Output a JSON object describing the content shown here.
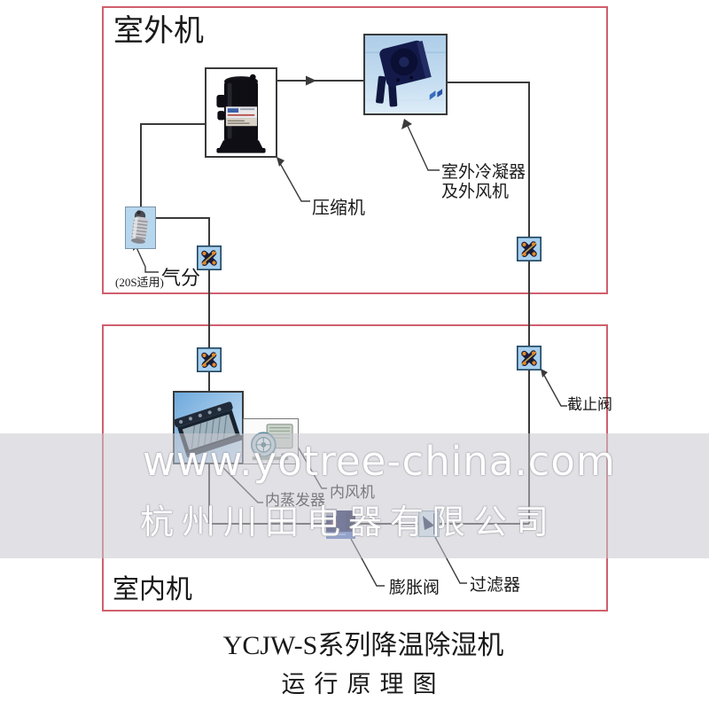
{
  "outdoor": {
    "label": "室外机"
  },
  "indoor": {
    "label": "室内机"
  },
  "components": {
    "compressor": "压缩机",
    "condenser_line1": "室外冷凝器",
    "condenser_line2": "及外风机",
    "separator_note": "(20S适用)",
    "separator": "气分",
    "stop_valve": "截止阀",
    "evaporator": "内蒸发器",
    "indoor_fan": "内风机",
    "expansion_valve": "膨胀阀",
    "filter": "过滤器"
  },
  "watermark": {
    "website": "www.yotree-china.com",
    "company": "杭州川田电器有限公司"
  },
  "title": {
    "line1": "YCJW-S系列降温除湿机",
    "line2": "运行原理图"
  },
  "colors": {
    "unit_box_border": "#d05f6e",
    "pipe_line": "#3a3a3a",
    "valve_bg": "#a8d0ee",
    "valve_dot": "#e2892a",
    "component_bg_blue": "#b7d7ee",
    "watermark_text": "#ffffff",
    "watermark_band": "rgba(200,200,208,0.55)"
  }
}
